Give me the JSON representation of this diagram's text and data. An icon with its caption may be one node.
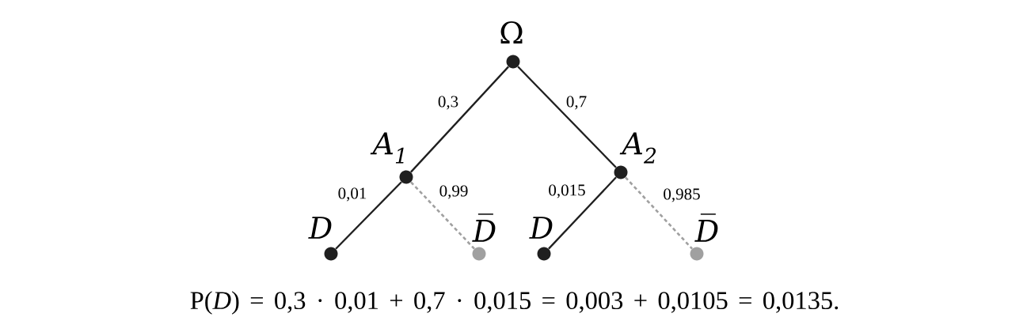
{
  "diagram": {
    "nodes": [
      {
        "text": [],
        "shape": "circle",
        "beside": [
          "Ω"
        ]
      },
      {
        "text": [],
        "shape": "circle",
        "beside": [
          "A$_{1}$"
        ]
      },
      {
        "text": [],
        "shape": "circle",
        "beside": [
          "A$_{2}$"
        ]
      },
      {
        "text": [],
        "shape": "circle",
        "beside": [
          "D"
        ]
      },
      {
        "text": [],
        "shape": "circle",
        "beside": [
          "D̅"
        ]
      },
      {
        "text": [],
        "shape": "circle",
        "beside": [
          "D"
        ]
      },
      {
        "text": [],
        "shape": "circle",
        "beside": [
          "D̅"
        ]
      }
    ],
    "edges": [
      {
        "from": 0,
        "to": 1,
        "arrow": "none",
        "label": "0,3"
      },
      {
        "from": 0,
        "to": 2,
        "arrow": "none",
        "label": "0,7"
      },
      {
        "from": 1,
        "to": 3,
        "arrow": "none",
        "label": "0,01"
      },
      {
        "from": 1,
        "to": 4,
        "arrow": "none",
        "label": "0,99",
        "style": "dashed",
        "color": "#a0a0a0"
      },
      {
        "from": 2,
        "to": 5,
        "arrow": "none",
        "label": "0,015"
      },
      {
        "from": 2,
        "to": 6,
        "arrow": "none",
        "label": "0,985",
        "style": "dashed",
        "color": "#a0a0a0"
      }
    ],
    "caption": "P(*D*) = 0,3 · 0,01 + 0,7 · 0,015 = 0,003 + 0,0105 = 0,0135."
  }
}
